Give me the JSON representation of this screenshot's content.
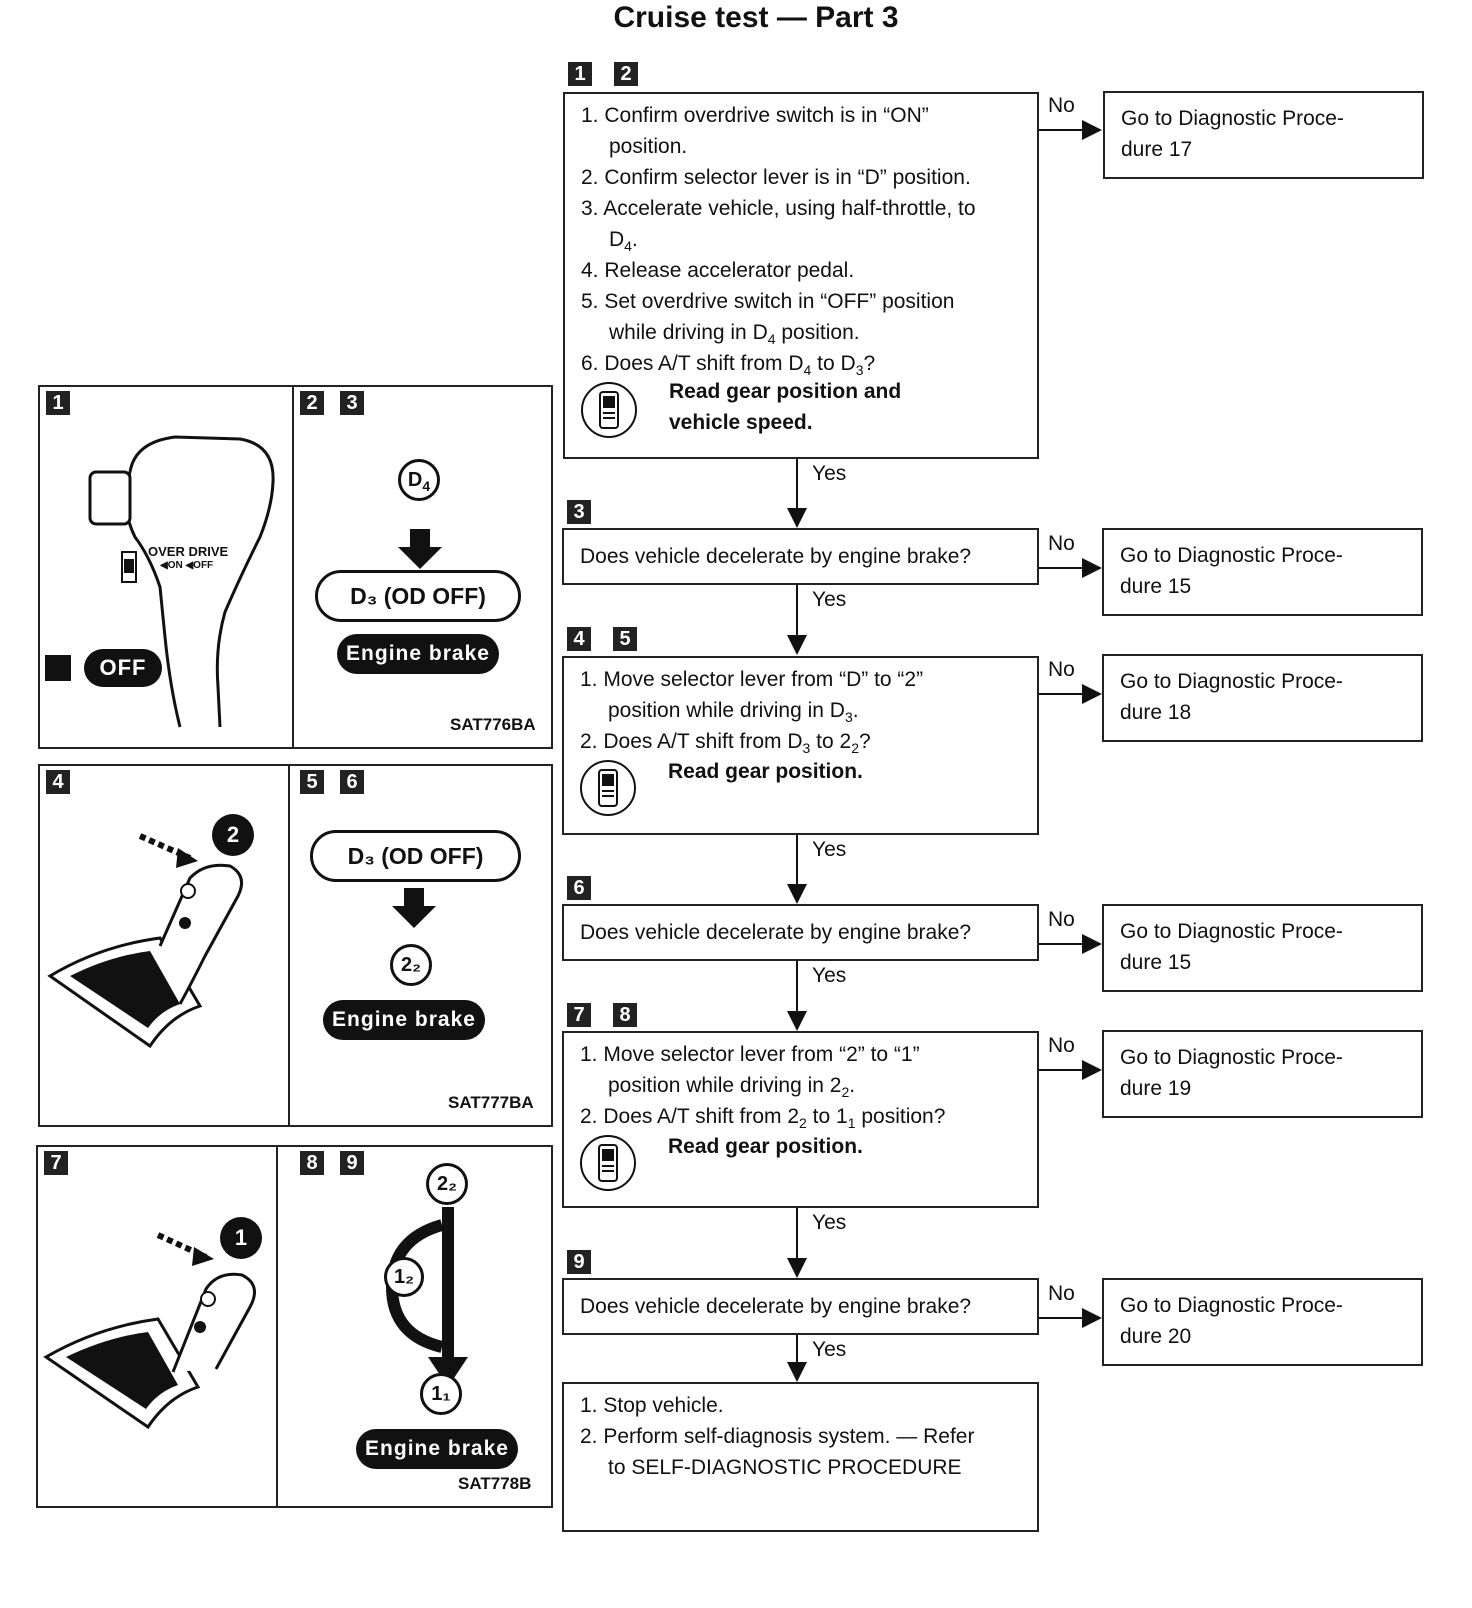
{
  "title": "Cruise test — Part 3",
  "labels": {
    "yes": "Yes",
    "no": "No"
  },
  "step_numbers": [
    "1",
    "2",
    "3",
    "4",
    "5",
    "6",
    "7",
    "8",
    "9"
  ],
  "steps": {
    "s1": {
      "items": [
        {
          "a": "1. Confirm overdrive switch is in “ON”"
        },
        {
          "a": "position."
        },
        {
          "a": "2. Confirm selector lever is in “D” position."
        },
        {
          "a": "3. Accelerate vehicle, using half-throttle, to"
        },
        {
          "a": "D",
          "s": "4",
          "b": "."
        },
        {
          "a": "4. Release accelerator pedal."
        },
        {
          "a": "5. Set overdrive switch in “OFF” position"
        },
        {
          "a": "while driving in D",
          "s": "4",
          "b": " position."
        },
        {
          "a": "6. Does A/T shift from D",
          "s": "4",
          "b": " to D",
          "s2": "3",
          "c": "?"
        }
      ],
      "note": [
        "Read gear position and",
        "vehicle speed."
      ],
      "no_target": [
        "Go to Diagnostic Proce-",
        "dure 17"
      ]
    },
    "s3": {
      "question": "Does vehicle decelerate by engine brake?",
      "no_target": [
        "Go to Diagnostic Proce-",
        "dure 15"
      ]
    },
    "s4": {
      "items": [
        {
          "a": "1. Move selector lever from “D” to “2”"
        },
        {
          "a": "position while driving in D",
          "s": "3",
          "b": "."
        },
        {
          "a": "2. Does A/T shift from D",
          "s": "3",
          "b": " to 2",
          "s2": "2",
          "c": "?"
        }
      ],
      "note": [
        "Read gear position."
      ],
      "no_target": [
        "Go to Diagnostic Proce-",
        "dure 18"
      ]
    },
    "s6": {
      "question": "Does vehicle decelerate by engine brake?",
      "no_target": [
        "Go to Diagnostic Proce-",
        "dure 15"
      ]
    },
    "s7": {
      "items": [
        {
          "a": "1. Move selector lever from “2” to “1”"
        },
        {
          "a": "position while driving in 2",
          "s": "2",
          "b": "."
        },
        {
          "a": "2. Does A/T shift from 2",
          "s": "2",
          "b": " to 1",
          "s2": "1",
          "c": " position?"
        }
      ],
      "note": [
        "Read gear position."
      ],
      "no_target": [
        "Go to Diagnostic Proce-",
        "dure 19"
      ]
    },
    "s9": {
      "question": "Does vehicle decelerate by engine brake?",
      "no_target": [
        "Go to Diagnostic Proce-",
        "dure 20"
      ]
    },
    "final": {
      "items": [
        "1. Stop vehicle.",
        "2. Perform self-diagnosis system. — Refer",
        "to SELF-DIAGNOSTIC PROCEDURE"
      ]
    }
  },
  "illustrations": {
    "p1": {
      "code": "SAT776BA",
      "switch_label": [
        "OVER DRIVE",
        "◀ON ◀OFF"
      ],
      "off": "OFF",
      "gear_d4": "D4",
      "od_off": "D₃ (OD OFF)",
      "engine_brake": "Engine brake"
    },
    "p2": {
      "code": "SAT777BA",
      "lever_pos": "2",
      "od_off": "D₃ (OD OFF)",
      "gear_22": "2₂",
      "engine_brake": "Engine brake"
    },
    "p3": {
      "code": "SAT778B",
      "lever_pos": "1",
      "gear_22": "2₂",
      "gear_12": "1₂",
      "gear_11": "1₁",
      "engine_brake": "Engine brake"
    }
  }
}
